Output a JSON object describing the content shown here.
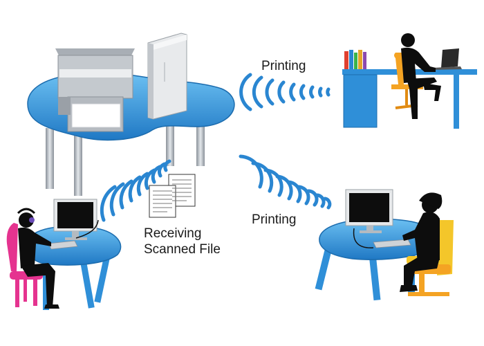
{
  "labels": {
    "printing_top": "Printing",
    "printing_bottom": "Printing",
    "scan_line1": "Receiving",
    "scan_line2": "Scanned File"
  },
  "colors": {
    "desk_blue": "#2f8fd8",
    "desk_light": "#67b9ee",
    "wave_blue": "#2a86d1",
    "silhouette": "#0d0d0d",
    "chair_pink": "#e5338f",
    "chair_yellow": "#f4c62a",
    "chair_orange": "#f4a323",
    "printer_gray": "#b9bec4"
  },
  "icons": [
    "printer-icon",
    "wireless-router-icon",
    "document-stack-icon",
    "computer-monitor-icon",
    "laptop-icon",
    "books-icon",
    "person-silhouette-icon"
  ]
}
